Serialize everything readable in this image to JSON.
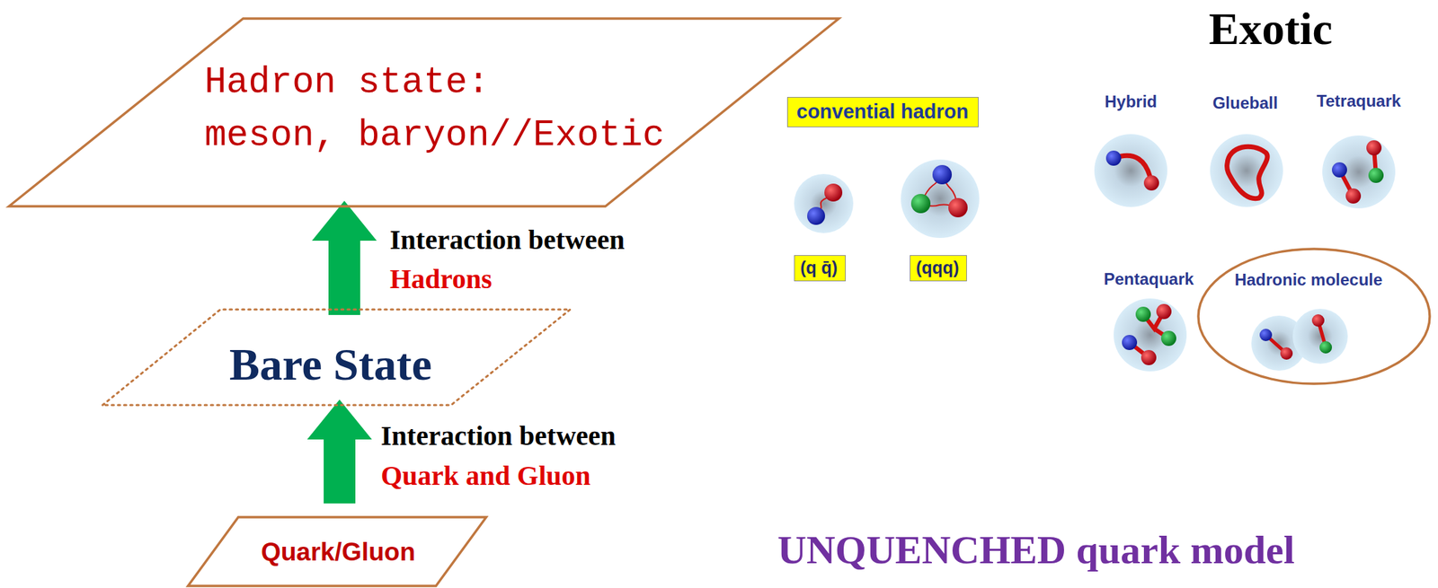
{
  "diagram": {
    "nodes": [
      {
        "text": [
          "Hadron state:",
          "meson, baryon//Exotic"
        ]
      },
      {
        "text": [
          "Bare State"
        ]
      },
      {
        "text": [
          "Quark/Gluon"
        ]
      },
      {
        "text": [
          "convential hadron"
        ]
      },
      {
        "text": [
          "(q q̄)"
        ]
      },
      {
        "text": [
          "(qqq)"
        ]
      },
      {
        "text": [
          "Hadronic molecule"
        ]
      }
    ],
    "edges": [
      {
        "from": 2,
        "to": 1,
        "arrow": "to"
      },
      {
        "from": 1,
        "to": 0,
        "arrow": "to"
      }
    ],
    "labels": [
      "Interaction between",
      "Hadrons",
      "Interaction between",
      "Quark and Gluon",
      "Exotic",
      "Hybrid",
      "Glueball",
      "Tetraquark",
      "Pentaquark",
      "UNQUENCHED quark model"
    ]
  }
}
